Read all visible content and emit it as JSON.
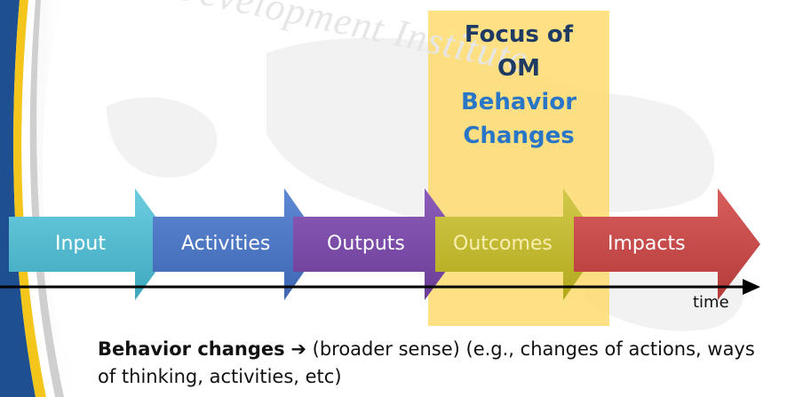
{
  "watermark": {
    "text": "Development Institute"
  },
  "focus": {
    "line1": "Focus of",
    "line2": "OM",
    "line3": "Behavior",
    "line4": "Changes"
  },
  "stages": {
    "input": "Input",
    "activities": "Activities",
    "outputs": "Outputs",
    "outcomes": "Outcomes",
    "impacts": "Impacts"
  },
  "axis": {
    "label": "time"
  },
  "caption": {
    "bold": "Behavior changes",
    "arrow": "➔",
    "rest": " (broader sense) (e.g., changes of actions, ways of thinking, activities, etc)"
  },
  "colors": {
    "input": "#4bb6c9",
    "activities": "#4b75c2",
    "outputs": "#7a4aa3",
    "outcomes": "#c4ba2c",
    "impacts": "#c84b4b",
    "highlight": "#ffd966",
    "focus_dark": "#1f3b63",
    "focus_blue": "#2a76c6"
  }
}
